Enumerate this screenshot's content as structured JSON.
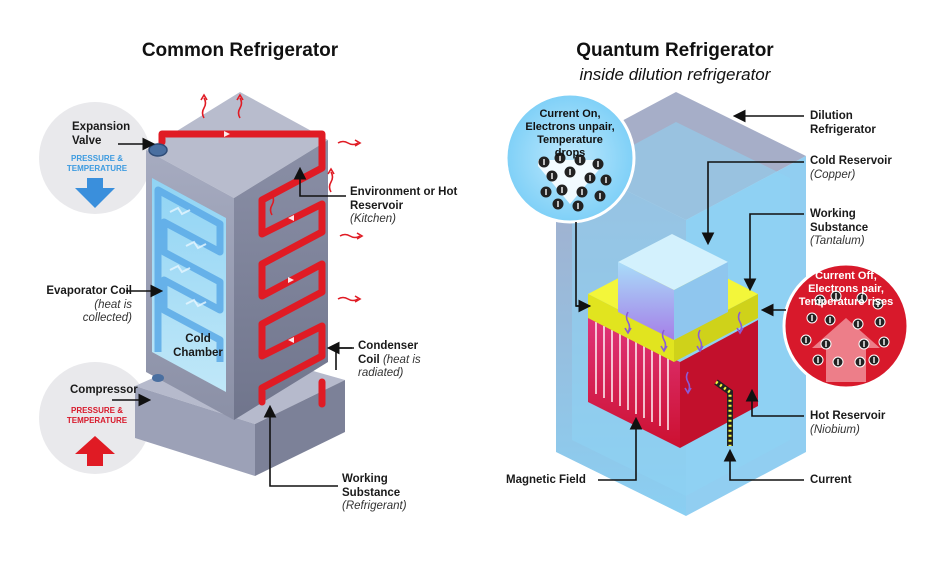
{
  "left": {
    "title": "Common Refrigerator",
    "expansion_valve": "Expansion Valve",
    "pressure_temp_low": "PRESSURE & TEMPERATURE",
    "evaporator_label": "Evaporator Coil",
    "evaporator_sub": "(heat is collected)",
    "cold_chamber": "Cold Chamber",
    "compressor": "Compressor",
    "pressure_temp_high": "PRESSURE & TEMPERATURE",
    "environment_label": "Environment or Hot Reservoir",
    "environment_sub": "(Kitchen)",
    "condenser_label": "Condenser Coil",
    "condenser_sub": "(heat is radiated)",
    "working_label": "Working Substance",
    "working_sub": "(Refrigerant)"
  },
  "right": {
    "title": "Quantum Refrigerator",
    "subtitle": "inside dilution refrigerator",
    "current_on": "Current On, Electrons unpair, Temperature drops",
    "dilution_label": "Dilution Refrigerator",
    "cold_res_label": "Cold Reservoir",
    "cold_res_sub": "(Copper)",
    "working_label": "Working Substance",
    "working_sub": "(Tantalum)",
    "current_off": "Current Off, Electrons pair, Temperature rises",
    "hot_res_label": "Hot Reservoir",
    "hot_res_sub": "(Niobium)",
    "magnetic_field": "Magnetic Field",
    "current": "Current"
  },
  "colors": {
    "pipe_red": "#e01b24",
    "cold_blue": "#9fdcf7",
    "box_gray": "#9aa0b4",
    "yellow": "#eef22a",
    "hot_red": "#d9172e"
  }
}
